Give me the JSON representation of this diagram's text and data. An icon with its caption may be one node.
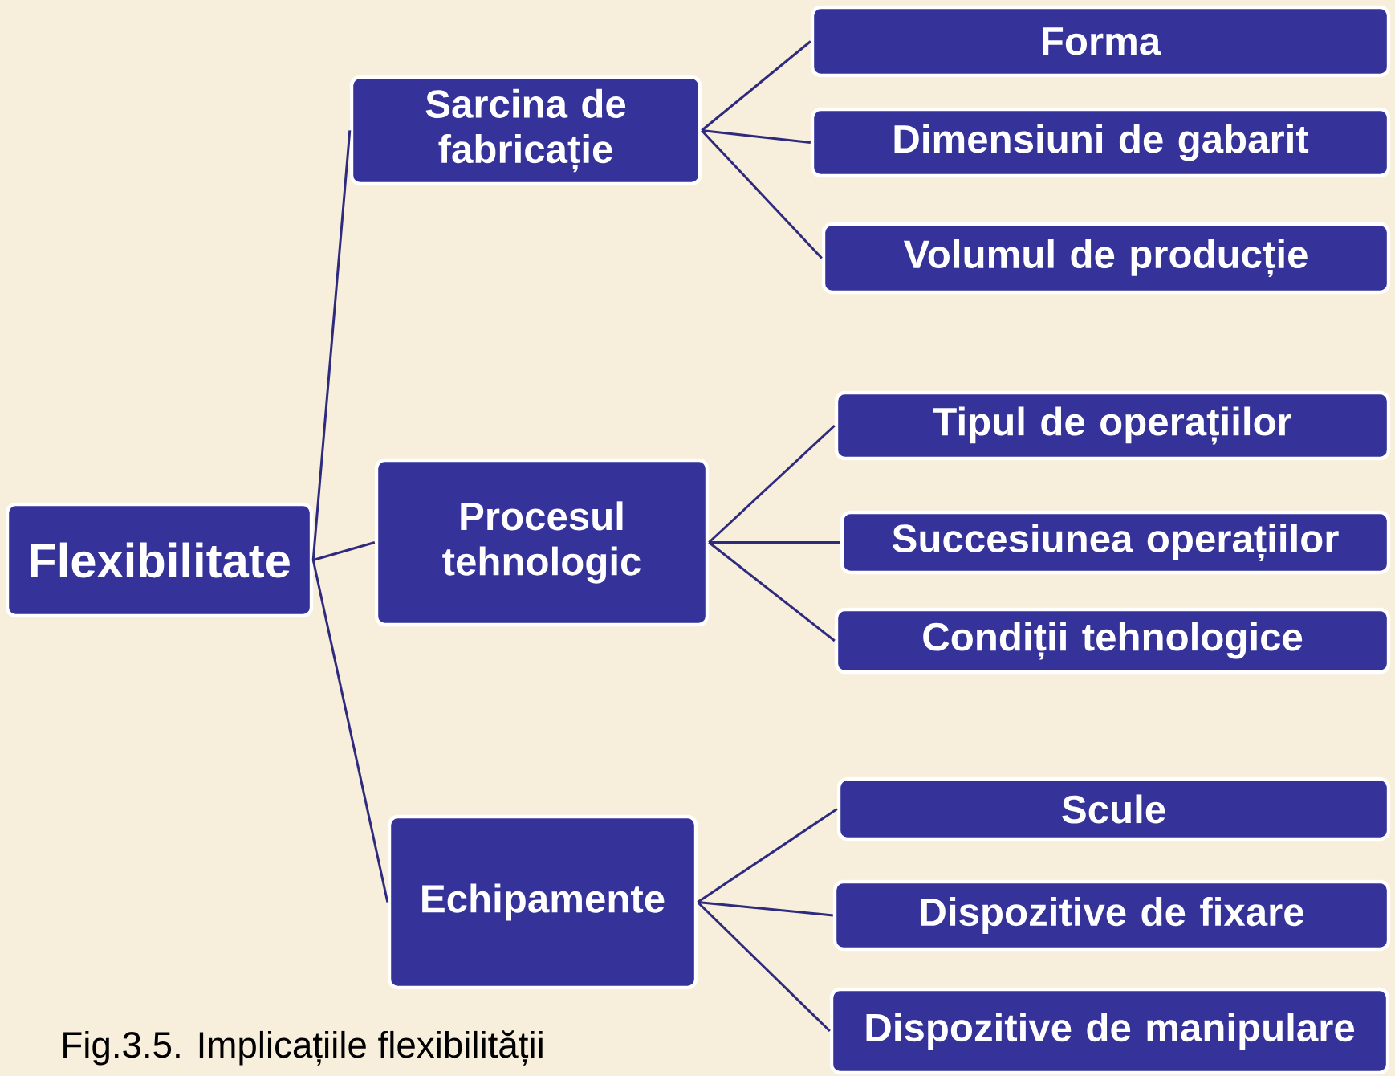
{
  "diagram": {
    "caption": "Fig.3.5. Implicațiile flexibilității",
    "nodes": [
      {
        "text": [
          "Flexibilitate"
        ]
      },
      {
        "text": [
          "Sarcina de fabricație"
        ]
      },
      {
        "text": [
          "Forma"
        ]
      },
      {
        "text": [
          "Dimensiuni de gabarit"
        ]
      },
      {
        "text": [
          "Volumul de producție"
        ]
      },
      {
        "text": [
          "Procesul tehnologic"
        ]
      },
      {
        "text": [
          "Tipul de operațiilor"
        ]
      },
      {
        "text": [
          "Succesiunea operațiilor"
        ]
      },
      {
        "text": [
          "Condiții tehnologice"
        ]
      },
      {
        "text": [
          "Echipamente"
        ]
      },
      {
        "text": [
          "Scule"
        ]
      },
      {
        "text": [
          "Dispozitive de fixare"
        ]
      },
      {
        "text": [
          "Dispozitive de manipulare"
        ]
      }
    ],
    "edges": [
      {
        "from": 0,
        "to": 1,
        "arrow": "none"
      },
      {
        "from": 0,
        "to": 5,
        "arrow": "none"
      },
      {
        "from": 0,
        "to": 9,
        "arrow": "none"
      },
      {
        "from": 1,
        "to": 2,
        "arrow": "none"
      },
      {
        "from": 1,
        "to": 3,
        "arrow": "none"
      },
      {
        "from": 1,
        "to": 4,
        "arrow": "none"
      },
      {
        "from": 5,
        "to": 6,
        "arrow": "none"
      },
      {
        "from": 5,
        "to": 7,
        "arrow": "none"
      },
      {
        "from": 5,
        "to": 8,
        "arrow": "none"
      },
      {
        "from": 9,
        "to": 10,
        "arrow": "none"
      },
      {
        "from": 9,
        "to": 11,
        "arrow": "none"
      },
      {
        "from": 9,
        "to": 12,
        "arrow": "none"
      }
    ]
  }
}
